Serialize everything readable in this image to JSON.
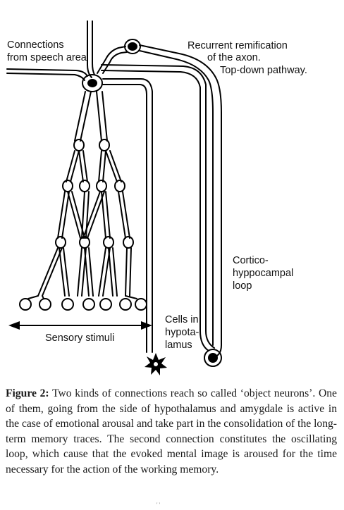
{
  "figure": {
    "labels": {
      "connections_line1": "Connections",
      "connections_line2": "from speech area",
      "recurrent_line1": "Recurrent remification",
      "recurrent_line2": "of the axon.",
      "recurrent_line3": "Top-down pathway.",
      "cortico_line1": "Cortico-",
      "cortico_line2": "hyppocampal",
      "cortico_line3": "loop",
      "cells_line1": "Cells in",
      "cells_line2": "hypota-",
      "cells_line3": "lamus",
      "sensory": "Sensory stimuli"
    }
  },
  "caption": {
    "label": "Figure 2:",
    "text": "Two kinds of connections reach so called ‘object neurons’. One of them, going from the side of hypothalamus and amygdale is active in the case of emotional arousal and take part in the consolidation of the long- term memory traces. The second connection constitutes the oscillating loop, which cause that the evoked mental image is aroused for the time necessary for the action of the working memory."
  },
  "page_mark": "' '"
}
